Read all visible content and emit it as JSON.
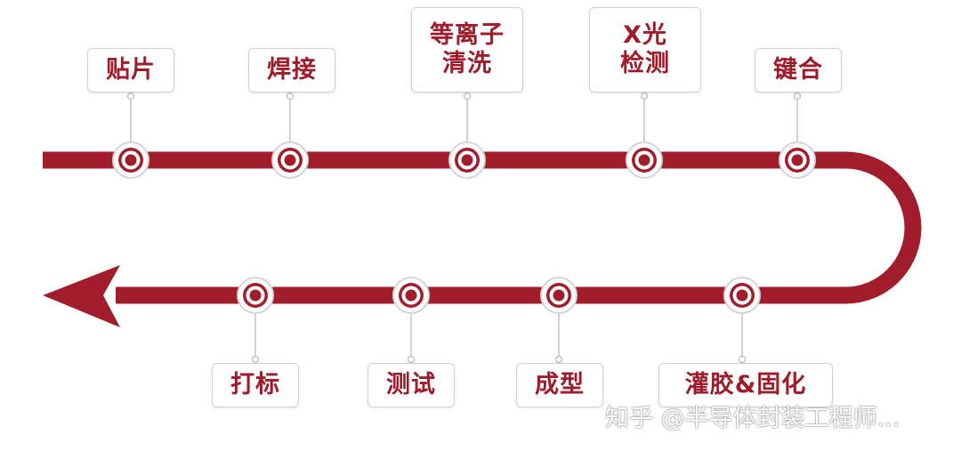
{
  "colors": {
    "path": "#a11d2c",
    "accent_text": "#9e1b2a",
    "node_fill": "#ffffff",
    "connector": "#c4c4c4",
    "label_border": "#d2d2d2"
  },
  "steps": [
    {
      "label": "贴片"
    },
    {
      "label": "焊接"
    },
    {
      "label": "等离子\n清洗"
    },
    {
      "label": "X光\n检测"
    },
    {
      "label": "键合"
    },
    {
      "label": "灌胶&固化"
    },
    {
      "label": "成型"
    },
    {
      "label": "测试"
    },
    {
      "label": "打标"
    }
  ],
  "watermark": "知乎 @半导体封装工程师..."
}
